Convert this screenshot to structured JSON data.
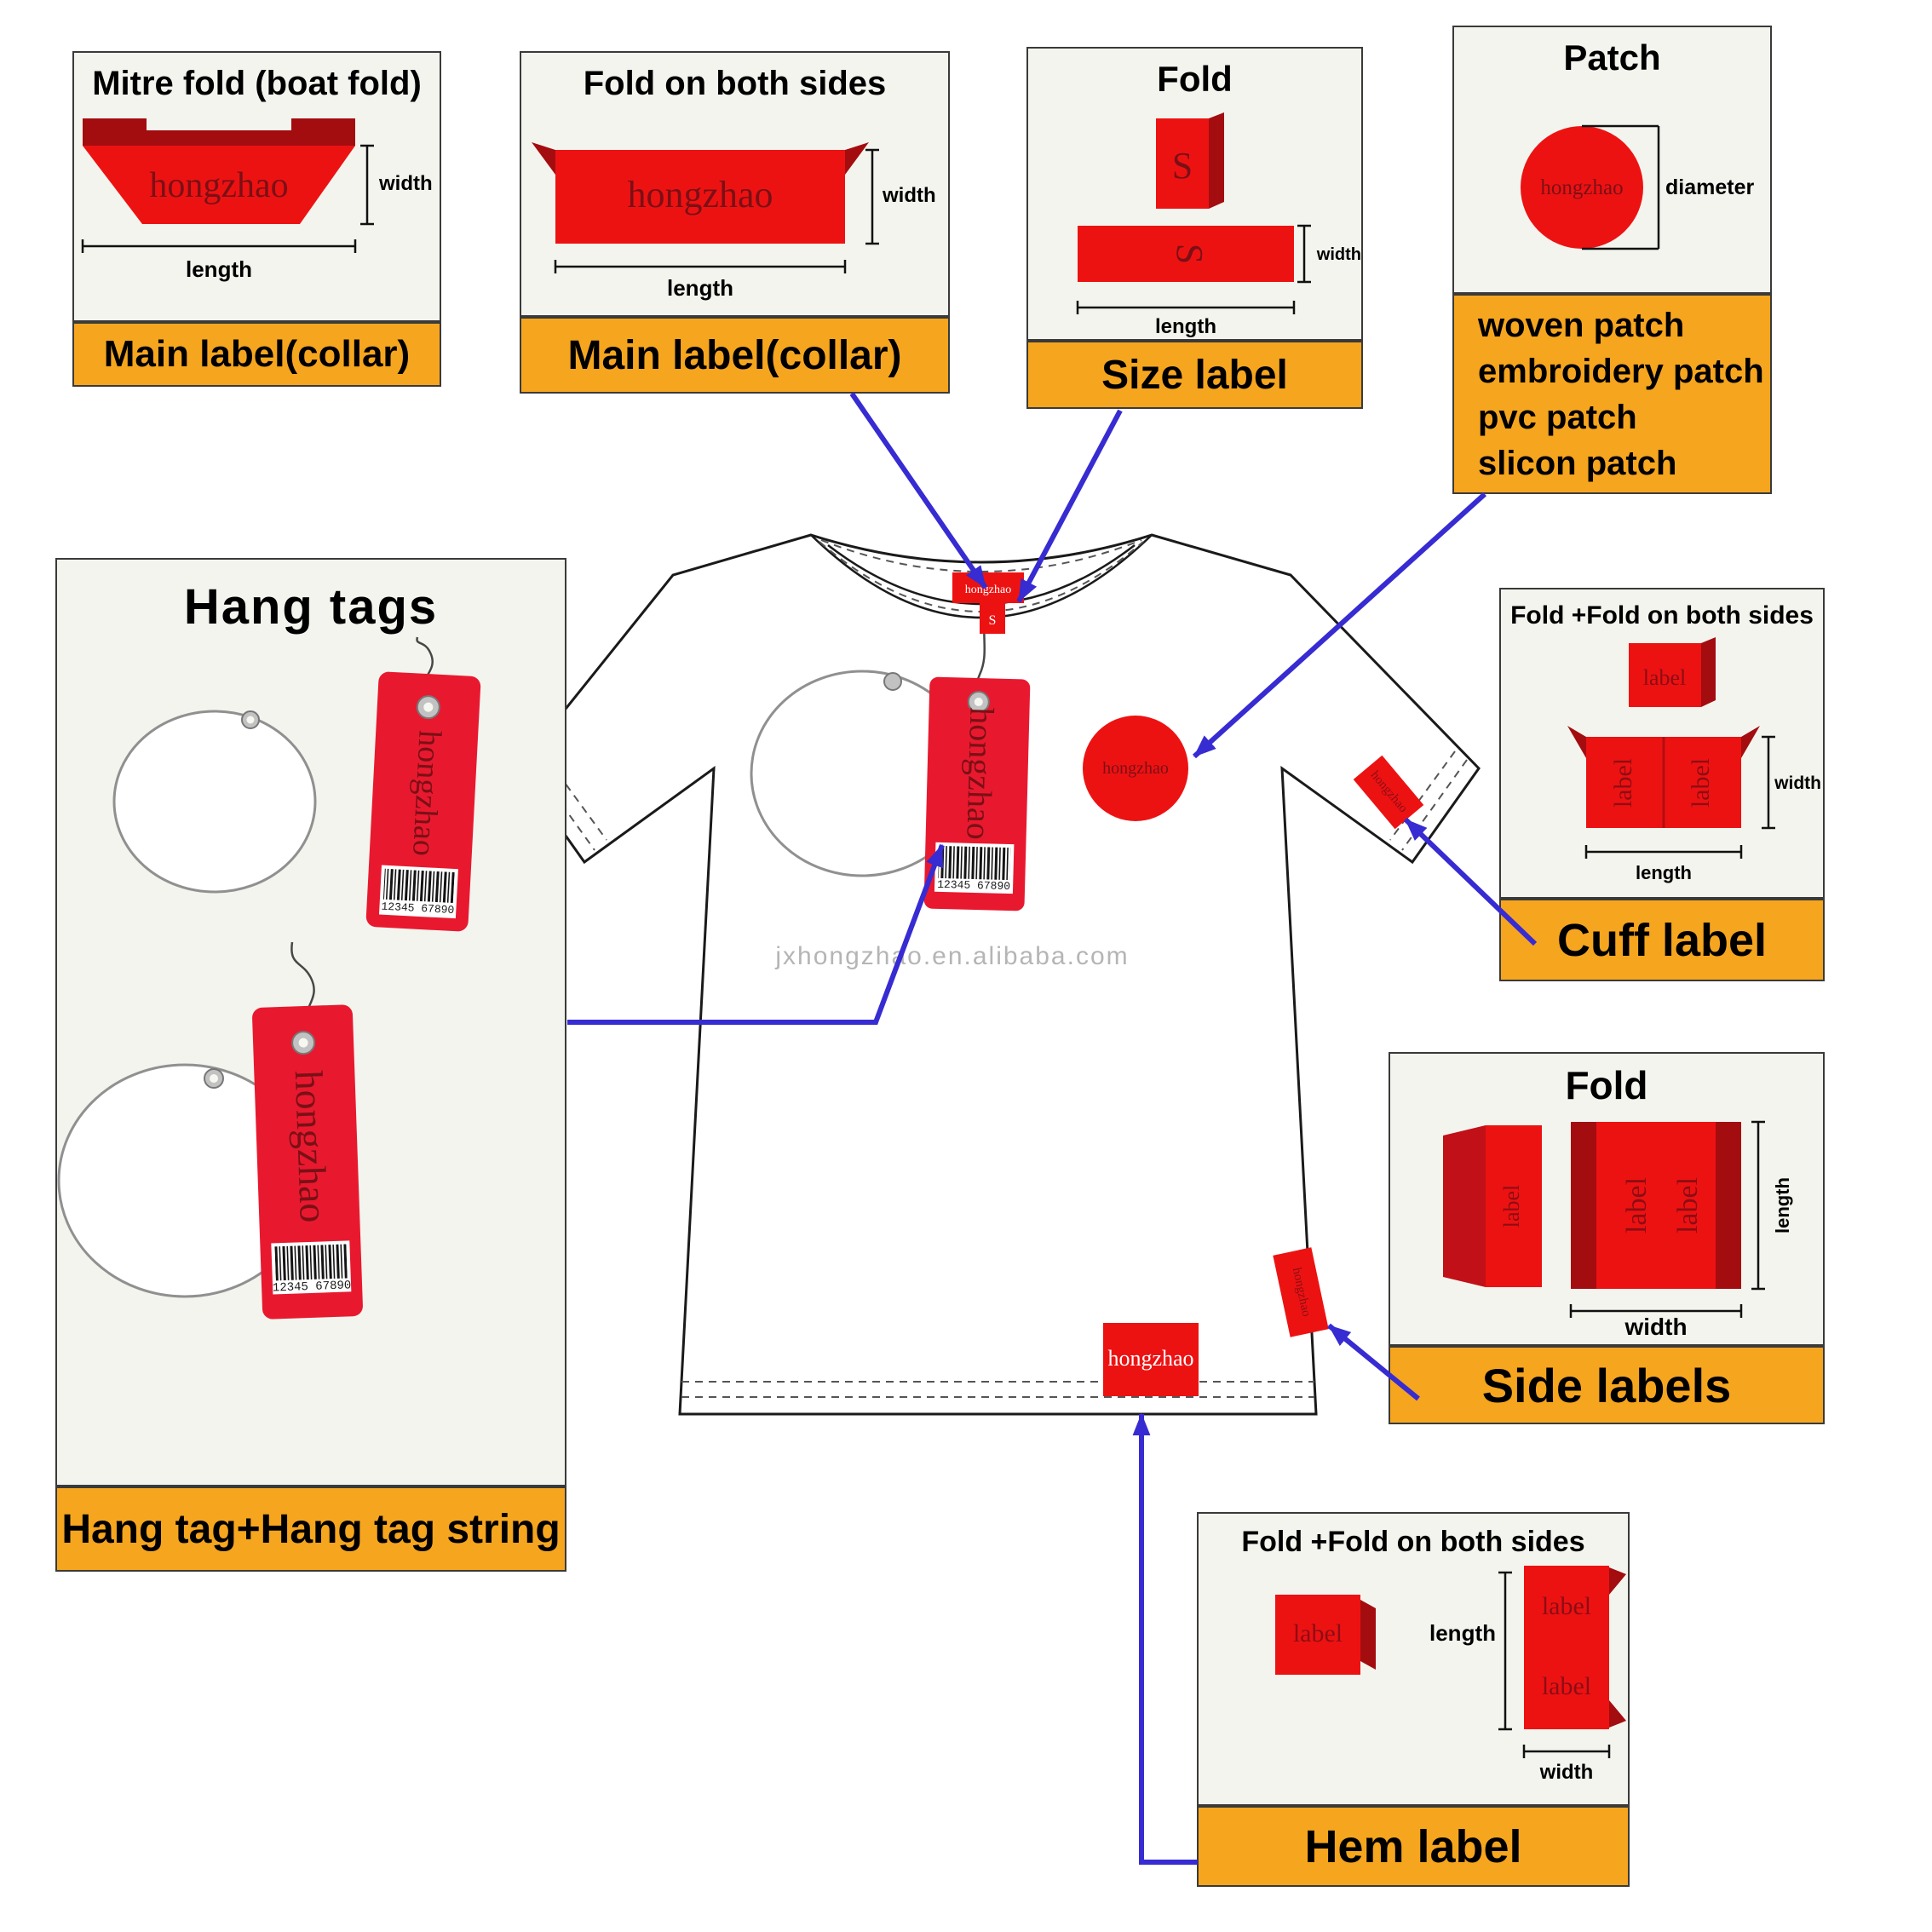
{
  "palette": {
    "label_red": "#ed1212",
    "fold_dark_red": "#a30d10",
    "hang_tag_red": "#e8192f",
    "caption_orange": "#f6a51f",
    "arrow_blue": "#372bd2",
    "panel_background": "#f4f4ee"
  },
  "panel_mitre": {
    "title": "Mitre fold (boat fold)",
    "brand": "hongzhao",
    "width": "width",
    "length": "length",
    "caption": "Main label(collar)"
  },
  "panel_fold_both": {
    "title": "Fold on both sides",
    "brand": "hongzhao",
    "width": "width",
    "length": "length",
    "caption": "Main label(collar)"
  },
  "panel_size": {
    "title": "Fold",
    "letter": "S",
    "width": "width",
    "length": "length",
    "caption": "Size label"
  },
  "panel_patch": {
    "title": "Patch",
    "brand": "hongzhao",
    "diameter": "diameter",
    "types": [
      "woven patch",
      "embroidery patch",
      "pvc patch",
      "slicon patch"
    ]
  },
  "panel_hang": {
    "title": "Hang tags",
    "brand": "hongzhao",
    "barcode": "12345 67890",
    "caption": "Hang tag+Hang tag string"
  },
  "panel_cuff": {
    "title": "Fold +Fold on both sides",
    "label": "label",
    "width": "width",
    "length": "length",
    "caption": "Cuff label"
  },
  "panel_side": {
    "title": "Fold",
    "label": "label",
    "width": "width",
    "length": "length",
    "caption": "Side labels"
  },
  "panel_hem": {
    "title": "Fold +Fold on both sides",
    "label": "label",
    "width": "width",
    "length": "length",
    "caption": "Hem label"
  },
  "shirt": {
    "watermark": "jxhongzhao.en.alibaba.com",
    "brand": "hongzhao",
    "collar_text": "hongzhao",
    "size_letter": "S",
    "patch_text": "hongzhao",
    "cuff_text": "hongzhao",
    "side_text": "hongzhao",
    "hem_text": "hongzhao",
    "barcode": "12345 67890"
  }
}
